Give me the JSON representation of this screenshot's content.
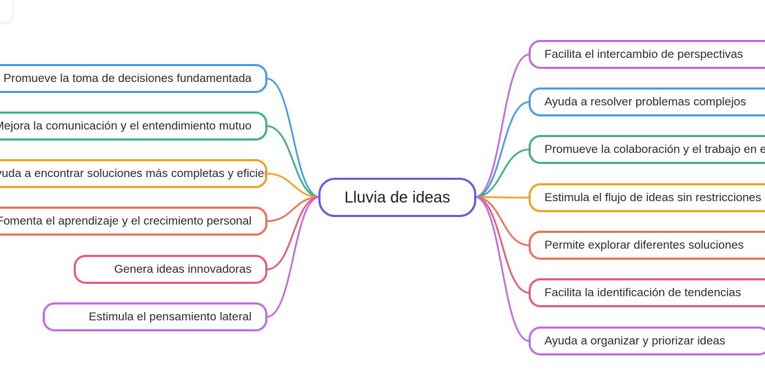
{
  "root": {
    "label": "Lluvia de ideas",
    "color": "#5c5fe0"
  },
  "left_branches": [
    {
      "label": "Promueve la toma de decisiones fundamentada",
      "color": "#4a9be6"
    },
    {
      "label": "Mejora la comunicación y el entendimiento mutuo",
      "color": "#3fb07f"
    },
    {
      "label": "Ayuda a encontrar soluciones más completas y eficientes",
      "color": "#f0a11c"
    },
    {
      "label": "Fomenta el aprendizaje y el crecimiento personal",
      "color": "#ef6f55"
    },
    {
      "label": "Genera ideas innovadoras",
      "color": "#e9587f"
    },
    {
      "label": "Estimula el pensamiento lateral",
      "color": "#c26ae0"
    }
  ],
  "right_branches": [
    {
      "label": "Facilita el intercambio de perspectivas",
      "color": "#c26ae0"
    },
    {
      "label": "Ayuda a resolver problemas complejos",
      "color": "#4a9be6"
    },
    {
      "label": "Promueve la colaboración y el trabajo en equipo",
      "color": "#3fb07f"
    },
    {
      "label": "Estimula el flujo de ideas sin restricciones",
      "color": "#f0a11c"
    },
    {
      "label": "Permite explorar diferentes soluciones",
      "color": "#ef6f55"
    },
    {
      "label": "Facilita la identificación de tendencias",
      "color": "#e9587f"
    },
    {
      "label": "Ayuda a organizar y priorizar ideas",
      "color": "#c26ae0"
    }
  ]
}
